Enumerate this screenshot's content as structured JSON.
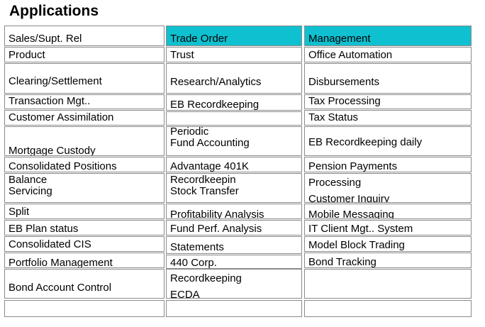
{
  "title": "Applications",
  "colors": {
    "header_highlight": "#0fc0d0",
    "border": "#8a8a8a"
  },
  "table": {
    "rows": [
      [
        "Sales/Supt. Rel",
        "Trade Order",
        "Management"
      ],
      [
        "Product",
        "Trust",
        "Office Automation"
      ],
      [
        "Clearing/Settlement",
        "Research/Analytics",
        "Disbursements"
      ],
      [
        "Transaction Mgt..",
        "EB Recordkeeping",
        "Tax Processing"
      ],
      [
        "Customer Assimilation",
        "",
        "Tax Status"
      ],
      [
        "Mortgage Custody",
        "Periodic\nFund Accounting",
        "EB Recordkeeping daily"
      ],
      [
        "Consolidated Positions",
        "Advantage 401K",
        "Pension Payments"
      ],
      [
        "Balance\nServicing",
        "Recordkeepin\nStock Transfer",
        "Processing\nCustomer Inquiry"
      ],
      [
        "Split",
        "Profitability Analysis",
        "Mobile Messaging"
      ],
      [
        "EB Plan status",
        "Fund Perf. Analysis",
        "IT Client Mgt.. System"
      ],
      [
        "Consolidated CIS",
        "Statements",
        "Model Block Trading"
      ],
      [
        "Portfolio Management",
        "440 Corp.",
        "Bond Tracking"
      ],
      [
        "Bond Account Control",
        "Recordkeeping\nECDA",
        ""
      ],
      [
        "",
        "",
        ""
      ]
    ]
  }
}
